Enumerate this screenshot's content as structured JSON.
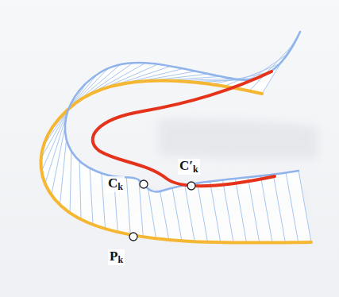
{
  "diagram": {
    "labels": [
      "C′k",
      "Ck",
      "Pk"
    ]
  }
}
